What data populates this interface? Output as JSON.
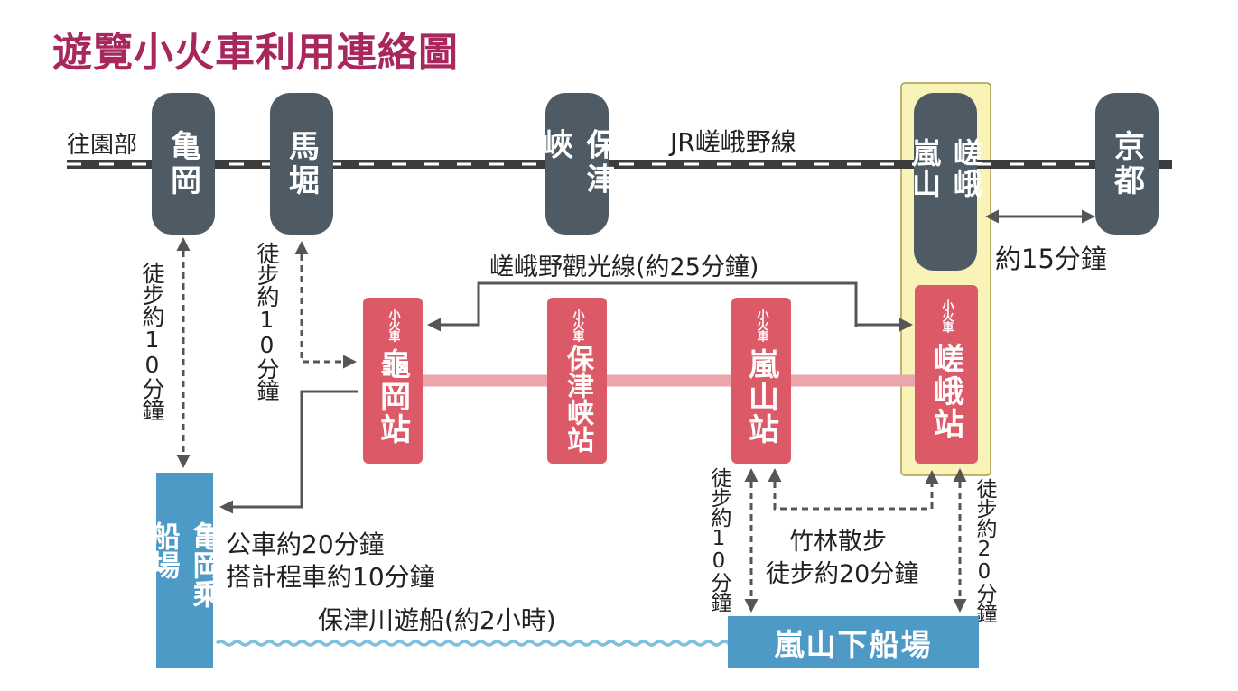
{
  "title": "遊覽小火車利用連絡圖",
  "jr": {
    "line_name": "JR嵯峨野線",
    "direction_label": "往園部",
    "stations": {
      "kameoka": "亀岡",
      "umahori": "馬堀",
      "hozukyo": "保津峽",
      "saga_arashiyama": "嵯峨嵐山",
      "kyoto": "京都"
    },
    "kyoto_time": "約15分鐘"
  },
  "trolley": {
    "line_name": "嵯峨野觀光線(約25分鐘)",
    "prefix": "小火車",
    "stations": {
      "kameoka": "龜岡站",
      "hozukyo": "保津峡站",
      "arashiyama": "嵐山站",
      "saga": "嵯峨站"
    }
  },
  "walks": {
    "kameoka_walk": "徒步約10分鐘",
    "umahori_walk": "徒步約10分鐘",
    "arashiyama_walk": "徒步約10分鐘",
    "saga_walk": "徒步約20分鐘",
    "bamboo_title": "竹林散步",
    "bamboo_walk": "徒步約20分鐘"
  },
  "transfers": {
    "bus": "公車約20分鐘",
    "taxi": "搭計程車約10分鐘"
  },
  "boat": {
    "kameoka_pier": "亀岡乘船場",
    "arashiyama_pier": "嵐山下船場",
    "river_cruise": "保津川遊船(約2小時)"
  },
  "colors": {
    "title": "#a8285d",
    "jr_station": "#4e5b64",
    "trolley_station": "#dc5a67",
    "trolley_track": "#eba6ac",
    "pier": "#4e9ac6",
    "highlight": "#faf3b8",
    "arrow": "#555555",
    "wave": "#7ec0dd"
  }
}
